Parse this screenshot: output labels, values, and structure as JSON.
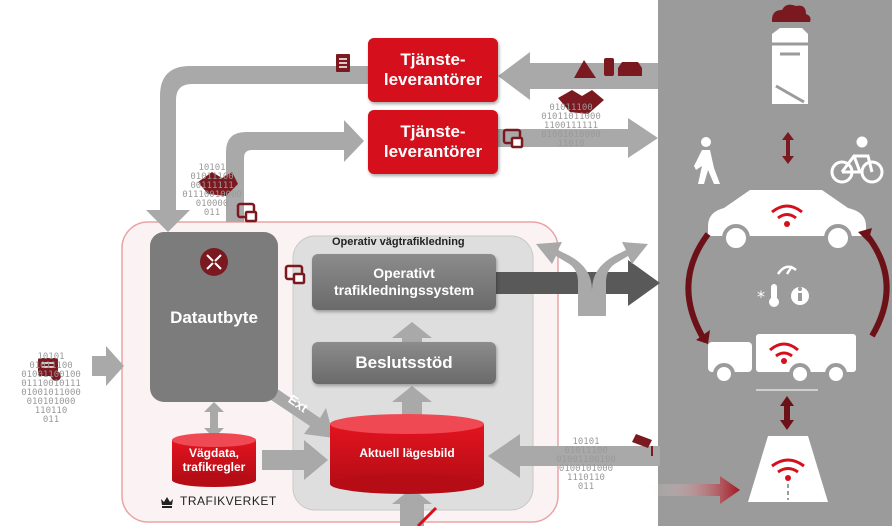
{
  "service_providers_top": {
    "line1": "Tjänste-",
    "line2": "leverantörer"
  },
  "service_providers_mid": {
    "line1": "Tjänste-",
    "line2": "leverantörer"
  },
  "operations_group_title": "Operativ vägtrafikledning",
  "data_exchange": "Datautbyte",
  "operative_system": {
    "line1": "Operativt",
    "line2": "trafikledningssystem"
  },
  "decision_support": "Beslutsstöd",
  "current_situation": "Aktuell lägesbild",
  "road_data": {
    "line1": "Vägdata,",
    "line2": "trafikregler"
  },
  "ext_label": "Ext",
  "logo_text": "TRAFIKVERKET",
  "binary_left": [
    "10101",
    "01011100",
    "01001100100",
    "01110010111",
    "01001011000",
    "010101000",
    "110110",
    "011"
  ],
  "binary_upper": [
    "10101",
    "01011100",
    "00111111",
    "01110010000",
    "010000",
    "011"
  ],
  "binary_top_right": [
    "01011100",
    "01011011000",
    "1100111111",
    "01001010000",
    "11010"
  ],
  "binary_lower_right": [
    "10101",
    "01011100",
    "01001100100",
    "0100101000",
    "1110110",
    "011"
  ],
  "colors": {
    "red": "#d50f1b",
    "dark_red": "#7a1a20",
    "gray_arrow": "#a9a9a9",
    "panel": "#9b9b9b",
    "dark_arrow": "#5a5a5a"
  }
}
